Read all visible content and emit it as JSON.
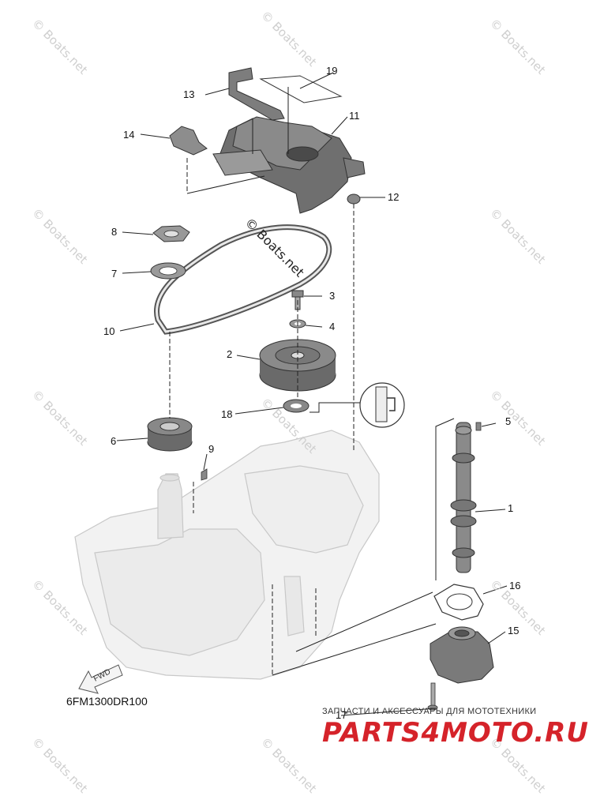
{
  "diagram": {
    "code": "6FM1300DR100",
    "fwd_label": "FWD",
    "center_watermark": "© Boats.net",
    "watermark_text": "© Boats.net"
  },
  "callouts": [
    {
      "id": "1",
      "label": "1"
    },
    {
      "id": "2",
      "label": "2"
    },
    {
      "id": "3",
      "label": "3"
    },
    {
      "id": "4",
      "label": "4"
    },
    {
      "id": "5",
      "label": "5"
    },
    {
      "id": "6",
      "label": "6"
    },
    {
      "id": "7",
      "label": "7"
    },
    {
      "id": "8",
      "label": "8"
    },
    {
      "id": "9",
      "label": "9"
    },
    {
      "id": "10",
      "label": "10"
    },
    {
      "id": "11",
      "label": "11"
    },
    {
      "id": "12",
      "label": "12"
    },
    {
      "id": "13",
      "label": "13"
    },
    {
      "id": "14",
      "label": "14"
    },
    {
      "id": "15",
      "label": "15"
    },
    {
      "id": "16",
      "label": "16"
    },
    {
      "id": "17",
      "label": "17"
    },
    {
      "id": "18",
      "label": "18"
    },
    {
      "id": "19",
      "label": "19"
    }
  ],
  "branding": {
    "tagline": "ЗАПЧАСТИ И АКСЕССУАРЫ ДЛЯ МОТОТЕХНИКИ",
    "site": "PARTS4MOTO.RU",
    "color": "#d5232a"
  }
}
